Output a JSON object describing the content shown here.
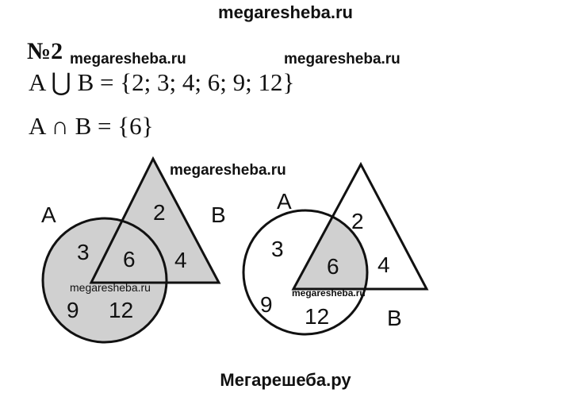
{
  "watermarks": {
    "top": "megaresheba.ru",
    "line_left": "megaresheba.ru",
    "line_right": "megaresheba.ru",
    "figure_top": "megaresheba.ru",
    "figure_left_inner": "megaresheba.ru",
    "figure_right_inner": "megaresheba.ru",
    "bottom": "Мегарешеба.ру"
  },
  "task": {
    "number": "№2",
    "union_expression": "A ⋃ B = {2; 3; 4; 6; 9; 12}",
    "intersection_expression": "A ∩ B = {6}"
  },
  "figures": {
    "left": {
      "label_a": "A",
      "label_b": "B",
      "values": {
        "top": "2",
        "a_only": "3",
        "center": "6",
        "b_only": "4",
        "bottom_left": "9",
        "bottom_center": "12"
      }
    },
    "right": {
      "label_a": "A",
      "label_b": "B",
      "values": {
        "top": "2",
        "a_only": "3",
        "center": "6",
        "b_only": "4",
        "bottom_left": "9",
        "bottom_center": "12"
      }
    },
    "colors": {
      "fill": "#d0d0d0",
      "stroke": "#111111"
    }
  }
}
